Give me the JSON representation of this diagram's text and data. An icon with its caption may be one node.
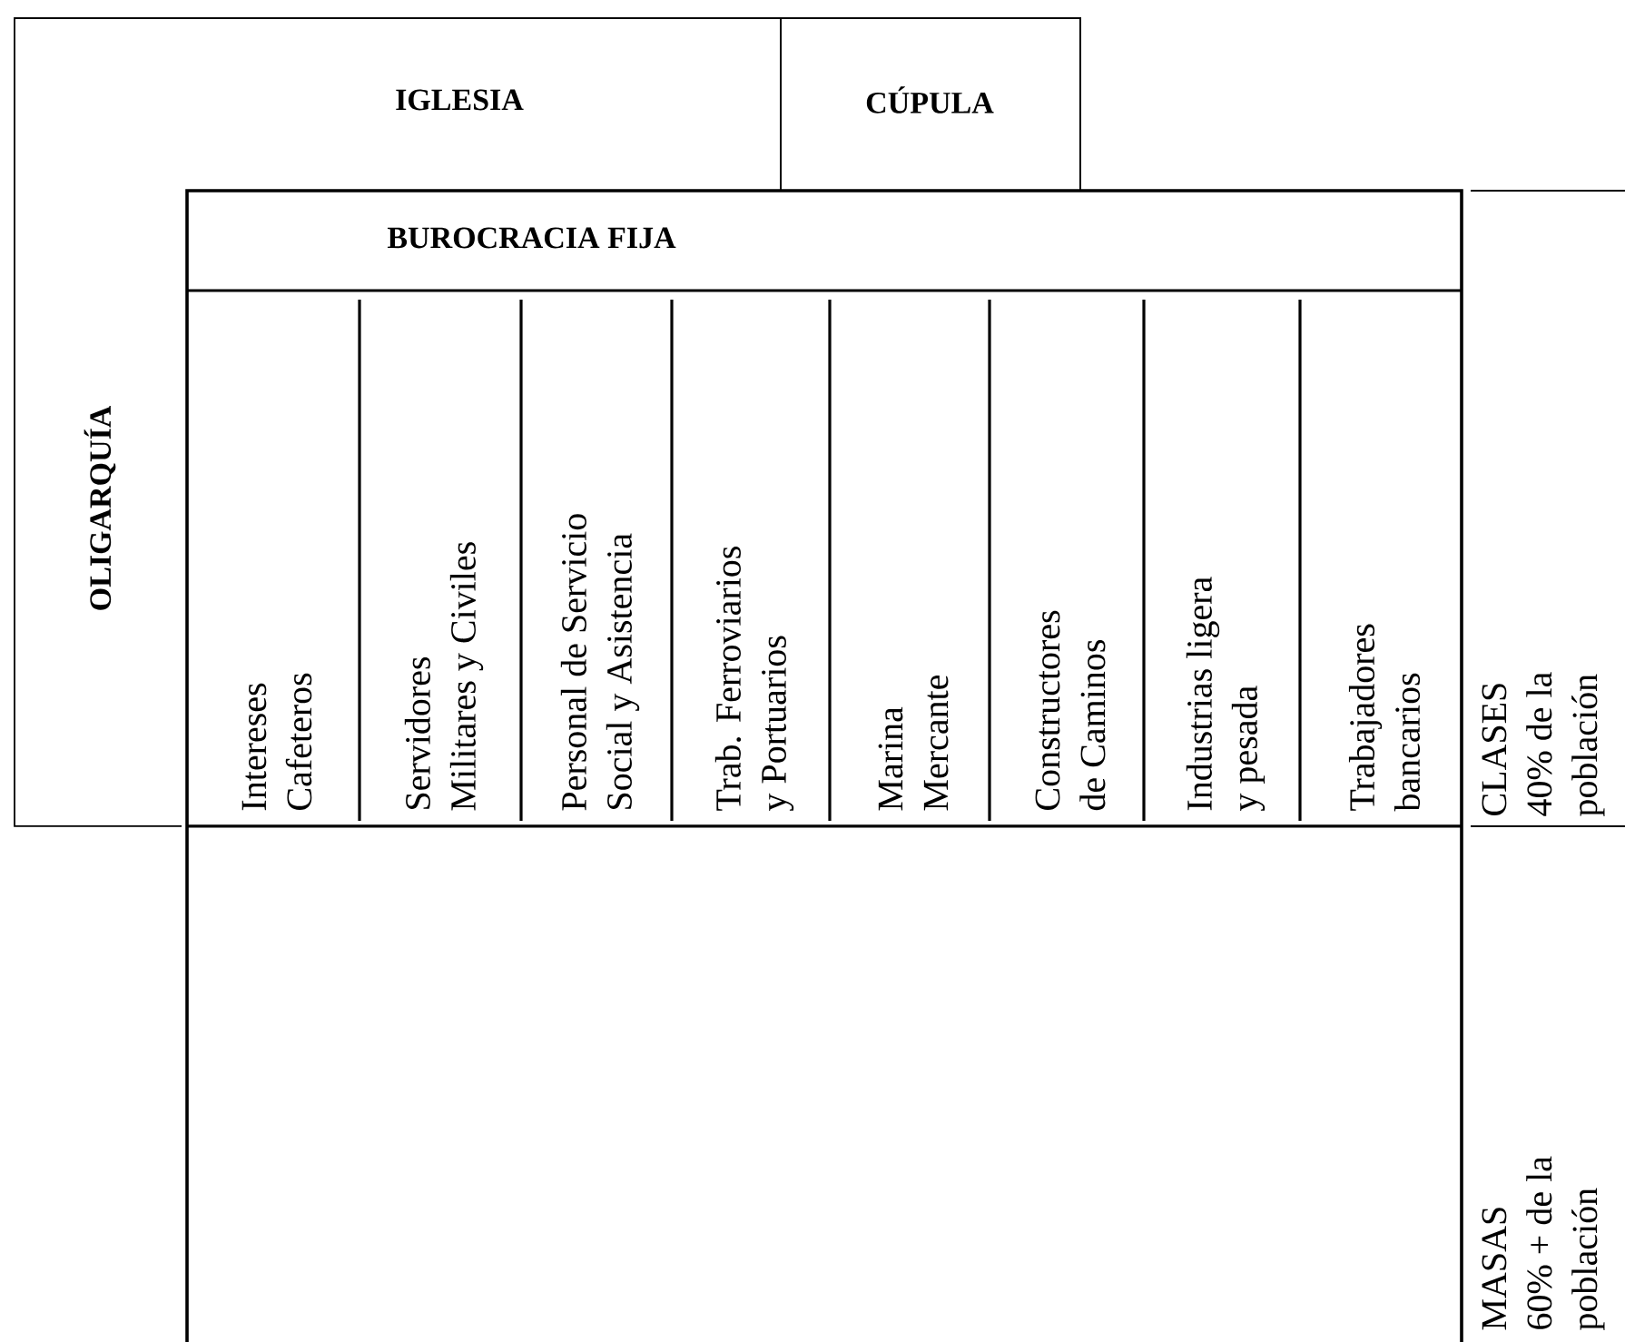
{
  "diagram": {
    "nodes": [
      {
        "text": [
          "IGLESIA"
        ]
      },
      {
        "text": [
          "CÚPULA"
        ]
      },
      {
        "text": [
          "OLIGARQUÍA"
        ]
      },
      {
        "text": [
          "BUROCRACIA FIJA"
        ]
      },
      {
        "text": [
          "Intereses Cafeteros"
        ],
        "in": 3
      },
      {
        "text": [
          "Servidores Militares y Civiles"
        ],
        "in": 3
      },
      {
        "text": [
          "Personal de Servicio Social y Asistencia"
        ],
        "in": 3
      },
      {
        "text": [
          "Trab. Ferroviarios y Portuarios"
        ],
        "in": 3
      },
      {
        "text": [
          "Marina Mercante"
        ],
        "in": 3
      },
      {
        "text": [
          "Constructores de Caminos"
        ],
        "in": 3
      },
      {
        "text": [
          "Industrias ligera y pesada"
        ],
        "in": 3
      },
      {
        "text": [
          "Trabajadores bancarios"
        ],
        "in": 3
      },
      {
        "text": [
          "CLASES",
          "40% de la población"
        ]
      },
      {
        "text": [
          "MASAS",
          "60% + de la población"
        ]
      }
    ]
  }
}
